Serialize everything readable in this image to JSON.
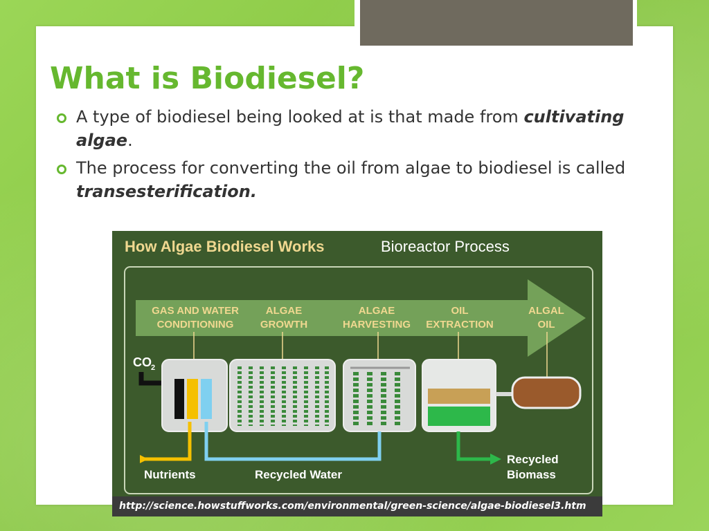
{
  "slide": {
    "title": "What is Biodiesel?",
    "bullets": [
      {
        "text_before": "A type of biodiesel being looked at is that made from ",
        "emphasis": "cultivating algae",
        "text_after": "."
      },
      {
        "text_before": "The process for converting the oil from algae to biodiesel is called ",
        "emphasis": "transesterification.",
        "text_after": ""
      }
    ]
  },
  "diagram": {
    "title_bold": "How Algae Biodiesel Works",
    "title_sub": "Bioreactor Process",
    "stages": [
      {
        "line1": "GAS AND WATER",
        "line2": "CONDITIONING"
      },
      {
        "line1": "ALGAE",
        "line2": "GROWTH"
      },
      {
        "line1": "ALGAE",
        "line2": "HARVESTING"
      },
      {
        "line1": "OIL",
        "line2": "EXTRACTION"
      },
      {
        "line1": "ALGAL",
        "line2": "OIL"
      }
    ],
    "co2_label": "CO",
    "co2_sub": "2",
    "nutrients_label": "Nutrients",
    "recycled_water_label": "Recycled Water",
    "recycled_biomass_line1": "Recycled",
    "recycled_biomass_line2": "Biomass",
    "source_url": "http://science.howstuffworks.com/environmental/green-science/algae-biodiesel3.htm",
    "colors": {
      "panel": "#3c5a2c",
      "arrow": "#7aa85e",
      "label": "#f0d890",
      "nutrient": "#f5c000",
      "water": "#7fd0f0",
      "algae": "#3a8a3a",
      "biomass": "#2db84a"
    }
  }
}
